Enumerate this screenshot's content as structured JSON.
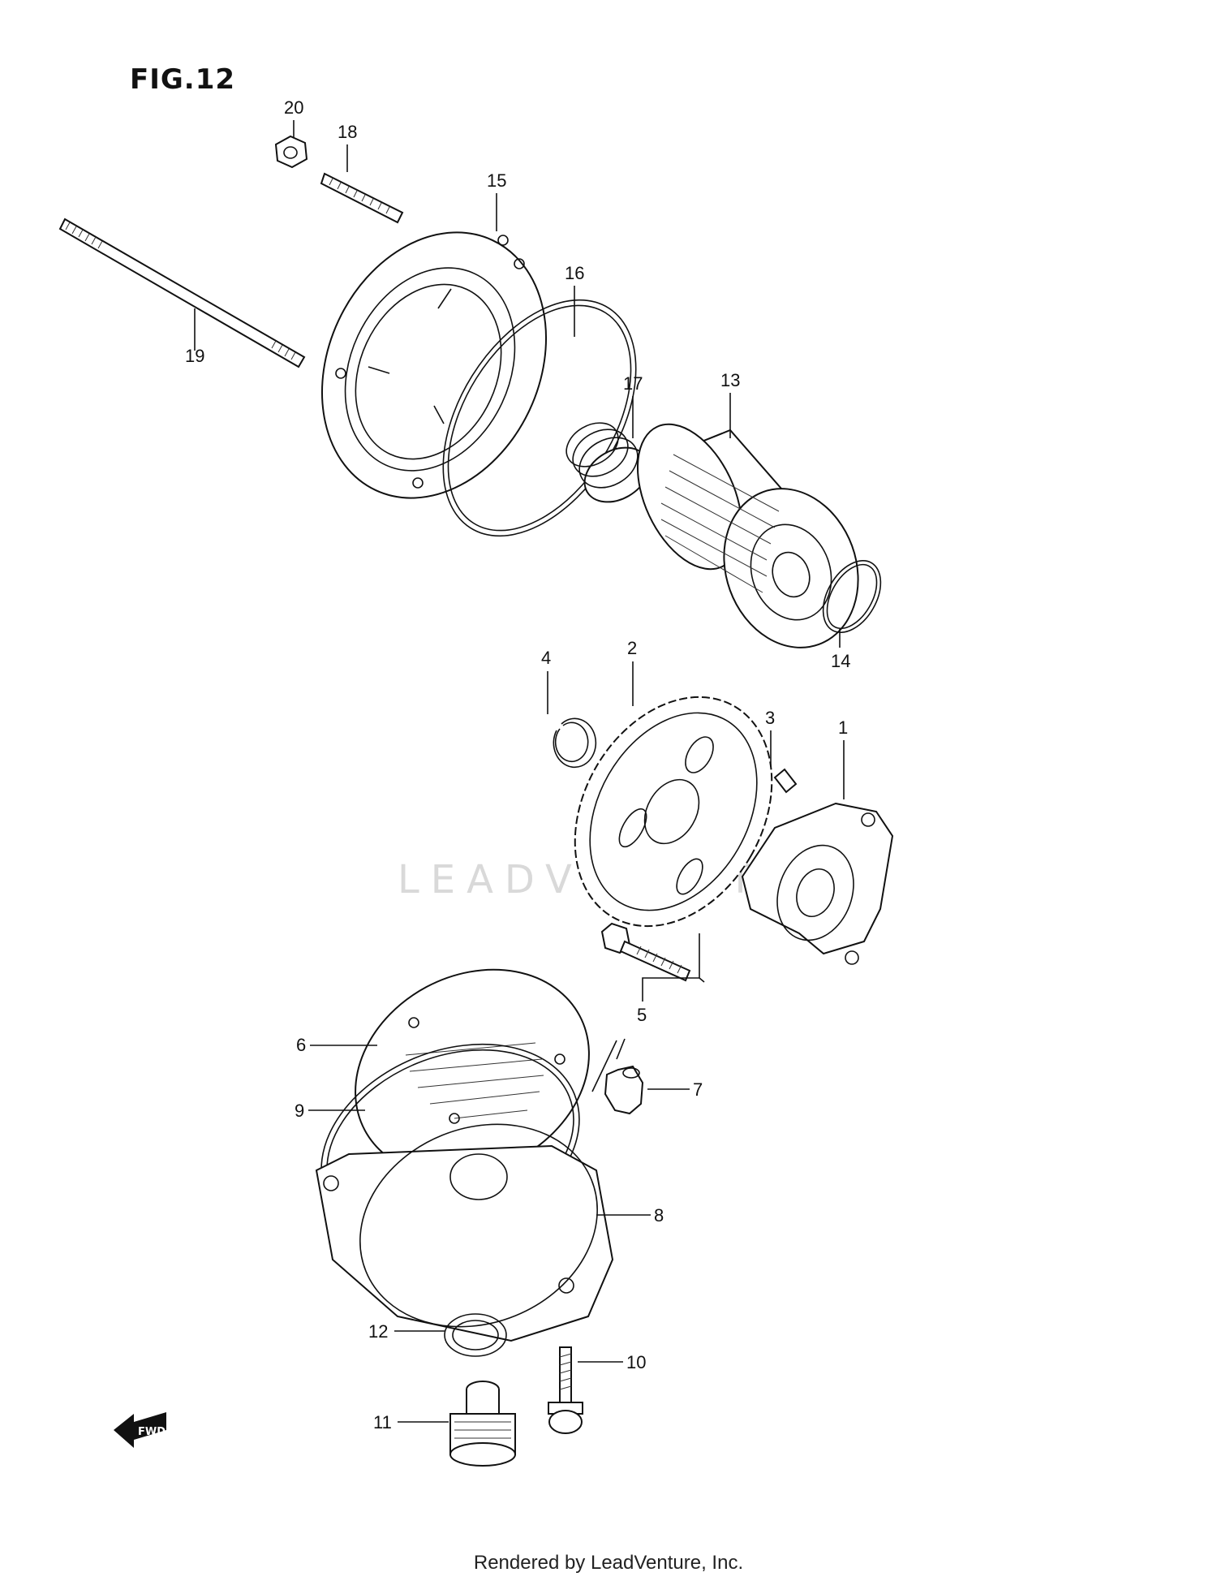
{
  "figure": {
    "title": "FIG.12"
  },
  "watermark": {
    "text": "LEADVENTURE"
  },
  "footer": {
    "text": "Rendered by LeadVenture, Inc."
  },
  "direction_marker": {
    "text": "FWD"
  },
  "callouts": [
    "1",
    "2",
    "3",
    "4",
    "5",
    "6",
    "7",
    "8",
    "9",
    "10",
    "11",
    "12",
    "13",
    "14",
    "15",
    "16",
    "17",
    "18",
    "19",
    "20"
  ]
}
